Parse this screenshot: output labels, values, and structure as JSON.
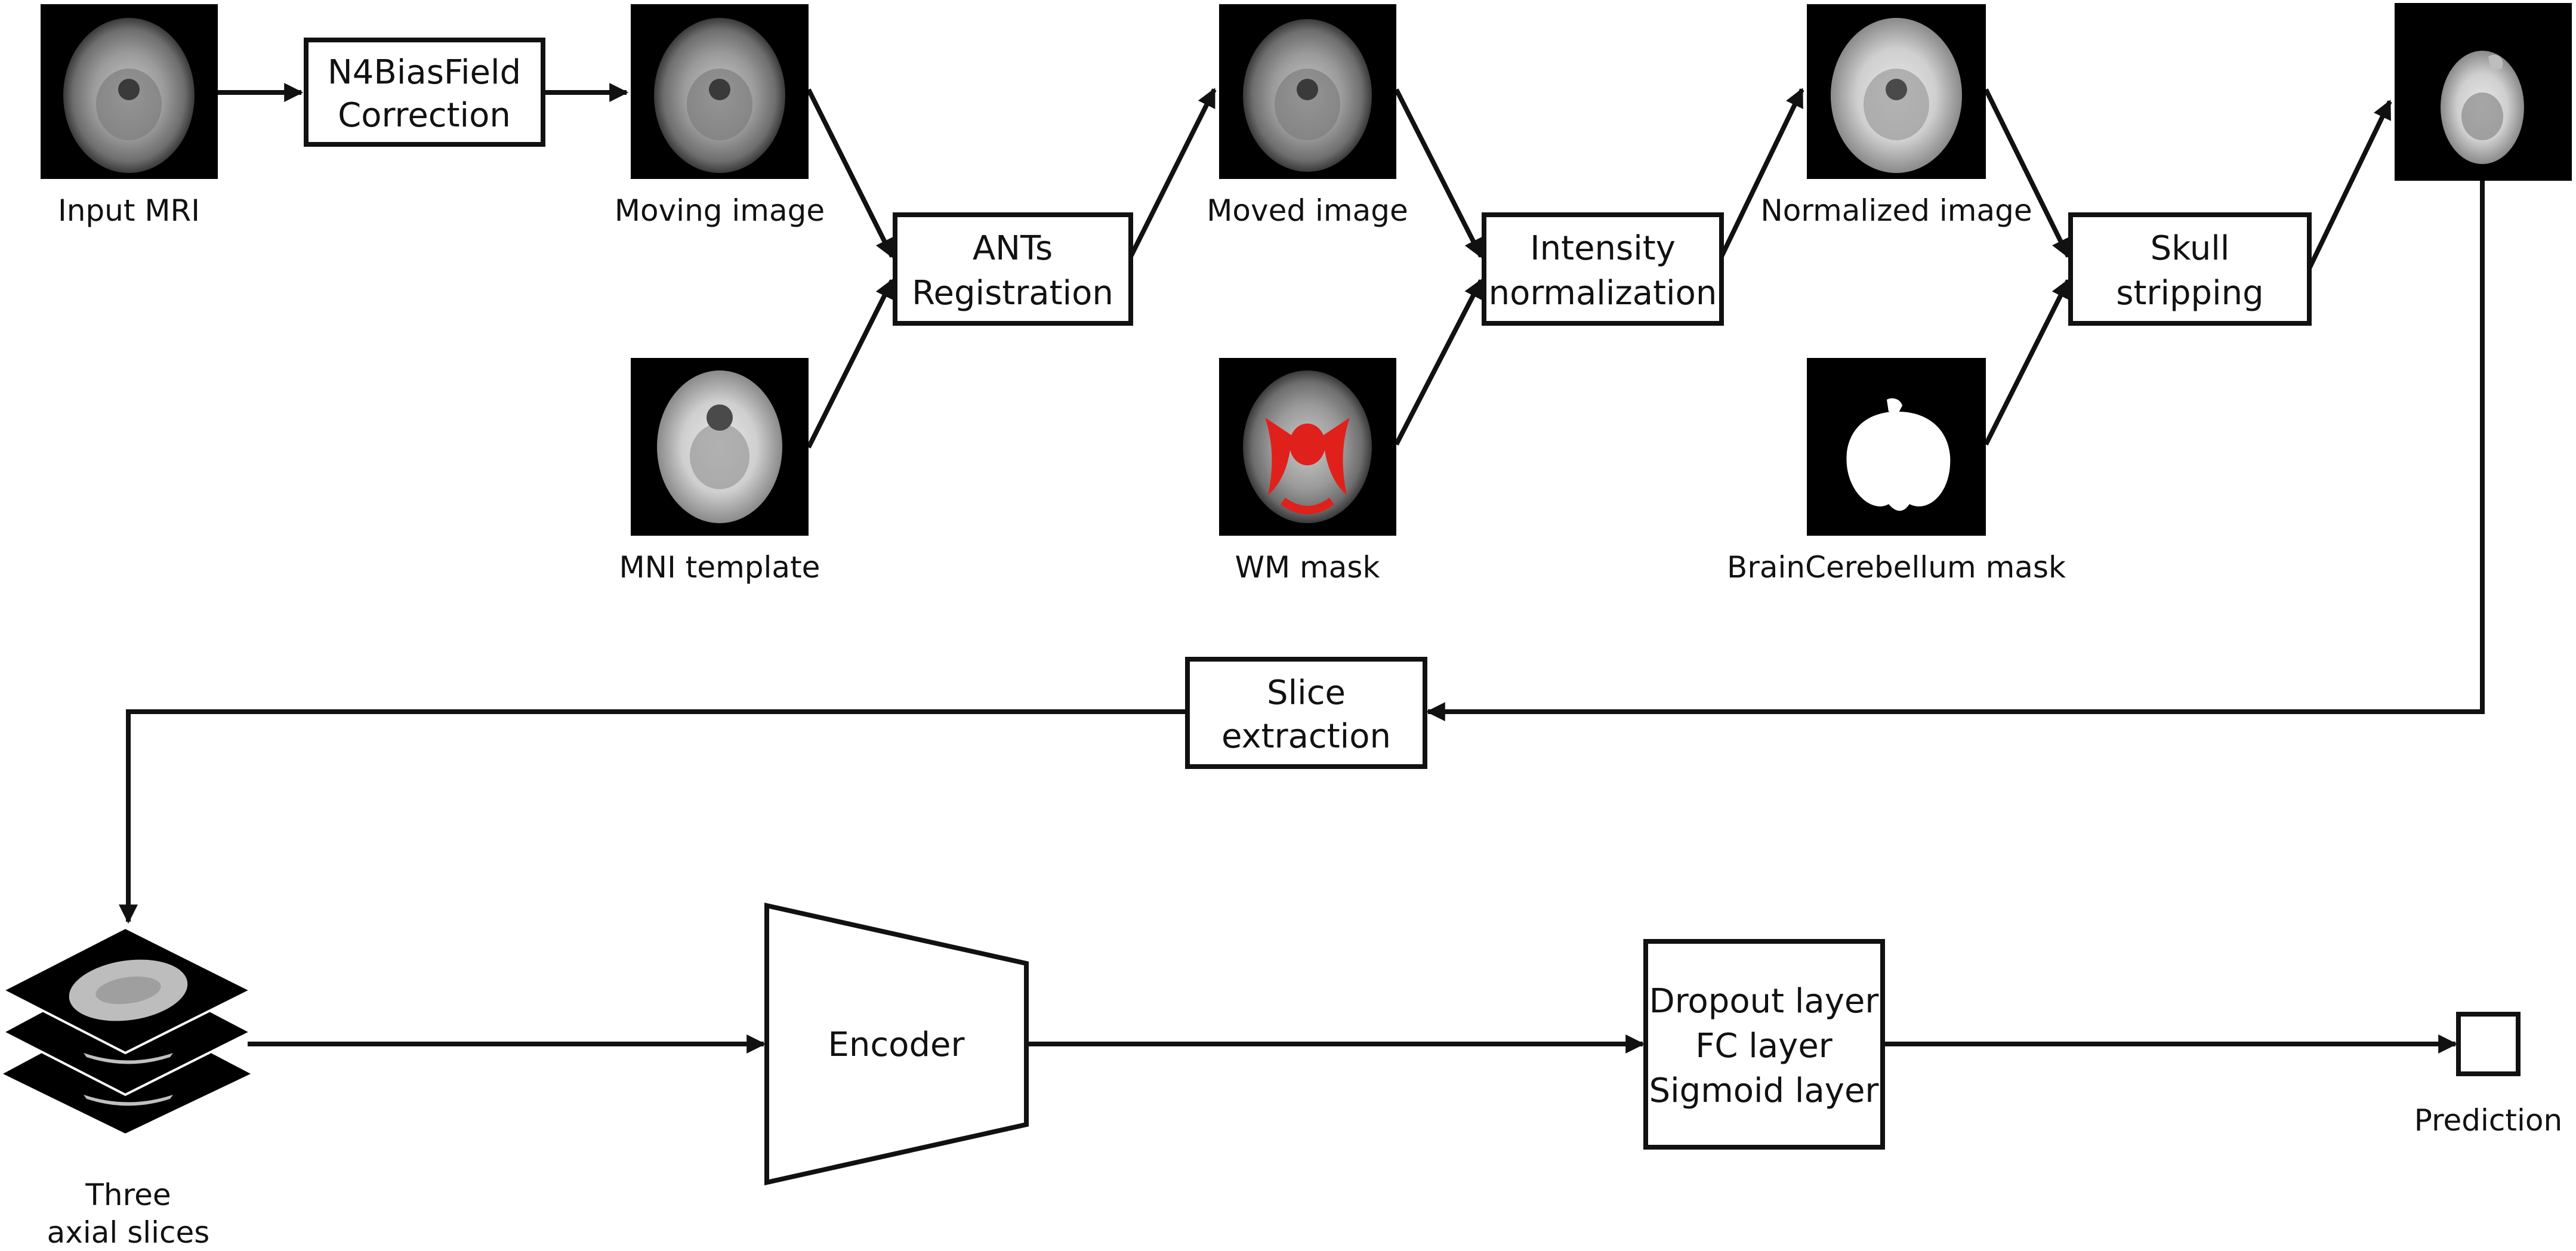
{
  "images": {
    "input_mri": "Input MRI",
    "moving_image": "Moving image",
    "mni_template": "MNI template",
    "moved_image": "Moved image",
    "wm_mask": "WM mask",
    "normalized_image": "Normalized image",
    "braincerebellum_mask": "BrainCerebellum mask",
    "three_axial_slices": [
      "Three",
      "axial slices"
    ],
    "prediction": "Prediction"
  },
  "boxes": {
    "n4bias": [
      "N4BiasField",
      "Correction"
    ],
    "ants": [
      "ANTs",
      "Registration"
    ],
    "intensity": [
      "Intensity",
      "normalization"
    ],
    "skull": [
      "Skull",
      "stripping"
    ],
    "slice": [
      "Slice",
      "extraction"
    ],
    "encoder": "Encoder",
    "head": [
      "Dropout layer",
      "FC layer",
      "Sigmoid layer"
    ]
  },
  "colors": {
    "line": "#111111",
    "mask_red": "#e0201a",
    "scan_black": "#000000"
  }
}
